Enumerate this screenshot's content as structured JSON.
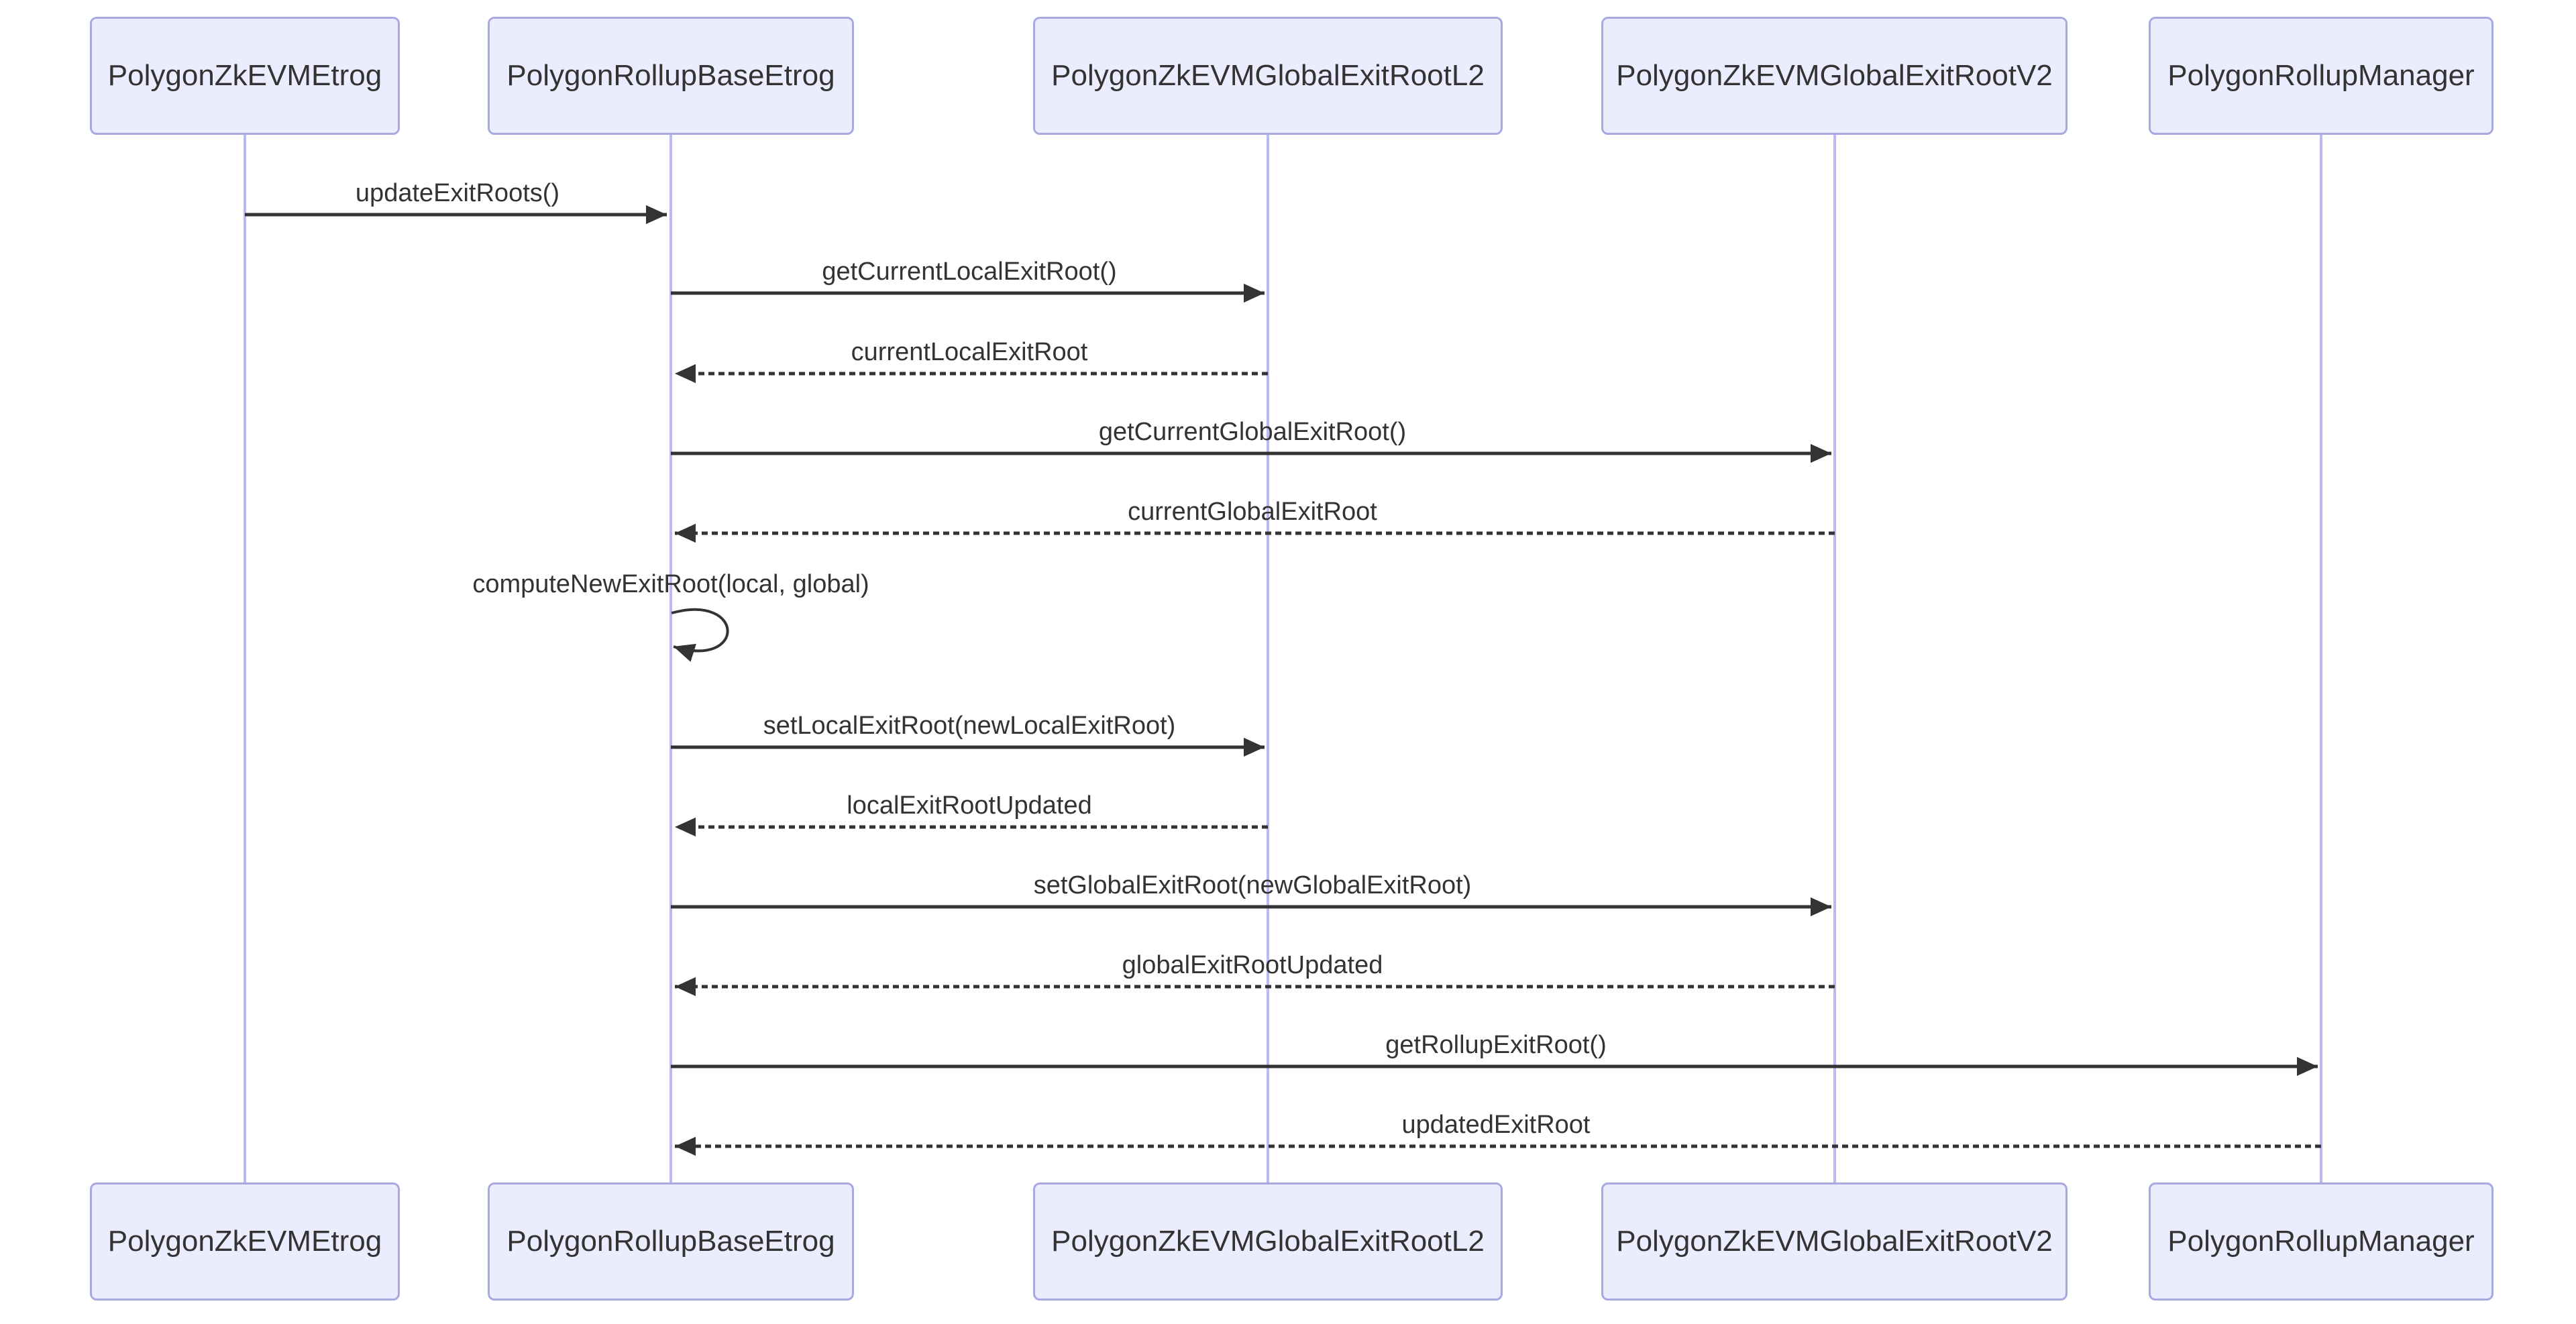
{
  "diagram": {
    "type": "sequence-diagram",
    "actors": [
      {
        "label": "PolygonZkEVMEtrog"
      },
      {
        "label": "PolygonRollupBaseEtrog"
      },
      {
        "label": "PolygonZkEVMGlobalExitRootL2"
      },
      {
        "label": "PolygonZkEVMGlobalExitRootV2"
      },
      {
        "label": "PolygonRollupManager"
      }
    ],
    "messages": [
      {
        "label": "updateExitRoots()",
        "from": "PolygonZkEVMEtrog",
        "to": "PolygonRollupBaseEtrog",
        "line": "solid",
        "kind": "call"
      },
      {
        "label": "getCurrentLocalExitRoot()",
        "from": "PolygonRollupBaseEtrog",
        "to": "PolygonZkEVMGlobalExitRootL2",
        "line": "solid",
        "kind": "call"
      },
      {
        "label": "currentLocalExitRoot",
        "from": "PolygonZkEVMGlobalExitRootL2",
        "to": "PolygonRollupBaseEtrog",
        "line": "dashed",
        "kind": "return"
      },
      {
        "label": "getCurrentGlobalExitRoot()",
        "from": "PolygonRollupBaseEtrog",
        "to": "PolygonZkEVMGlobalExitRootV2",
        "line": "solid",
        "kind": "call"
      },
      {
        "label": "currentGlobalExitRoot",
        "from": "PolygonZkEVMGlobalExitRootV2",
        "to": "PolygonRollupBaseEtrog",
        "line": "dashed",
        "kind": "return"
      },
      {
        "label": "computeNewExitRoot(local, global)",
        "from": "PolygonRollupBaseEtrog",
        "to": "PolygonRollupBaseEtrog",
        "line": "solid",
        "kind": "self"
      },
      {
        "label": "setLocalExitRoot(newLocalExitRoot)",
        "from": "PolygonRollupBaseEtrog",
        "to": "PolygonZkEVMGlobalExitRootL2",
        "line": "solid",
        "kind": "call"
      },
      {
        "label": "localExitRootUpdated",
        "from": "PolygonZkEVMGlobalExitRootL2",
        "to": "PolygonRollupBaseEtrog",
        "line": "dashed",
        "kind": "return"
      },
      {
        "label": "setGlobalExitRoot(newGlobalExitRoot)",
        "from": "PolygonRollupBaseEtrog",
        "to": "PolygonZkEVMGlobalExitRootV2",
        "line": "solid",
        "kind": "call"
      },
      {
        "label": "globalExitRootUpdated",
        "from": "PolygonZkEVMGlobalExitRootV2",
        "to": "PolygonRollupBaseEtrog",
        "line": "dashed",
        "kind": "return"
      },
      {
        "label": "getRollupExitRoot()",
        "from": "PolygonRollupBaseEtrog",
        "to": "PolygonRollupManager",
        "line": "solid",
        "kind": "call"
      },
      {
        "label": "updatedExitRoot",
        "from": "PolygonRollupManager",
        "to": "PolygonRollupBaseEtrog",
        "line": "dashed",
        "kind": "return"
      }
    ],
    "colors": {
      "actor_fill": "#ECECFF",
      "actor_border": "#A9A9E2",
      "lifeline": "#B9BAF2",
      "message": "#333333",
      "background": "#FFFFFF"
    }
  }
}
